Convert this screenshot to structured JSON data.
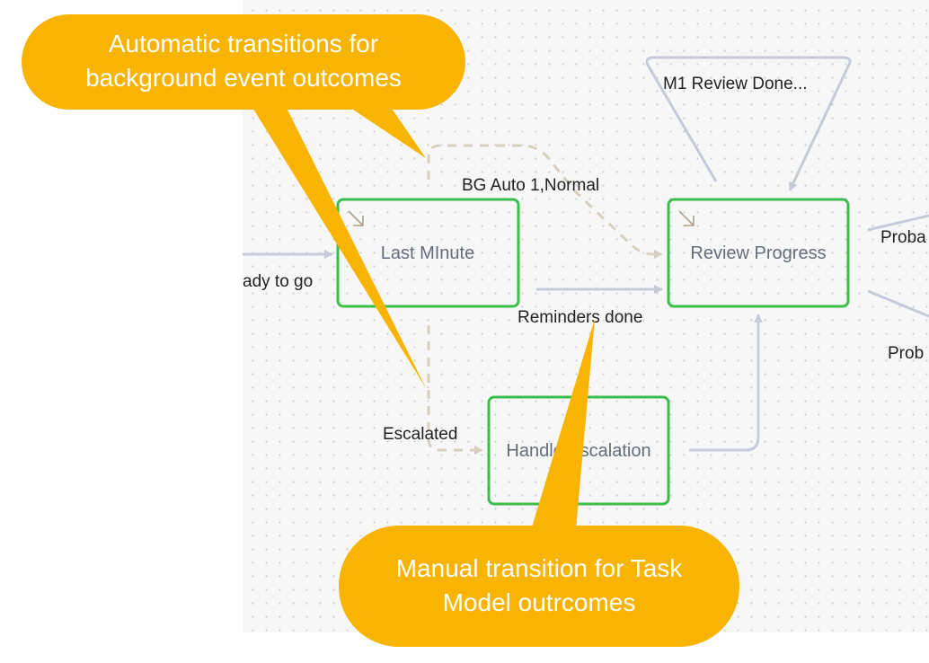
{
  "states": {
    "last_minute": "Last MInute",
    "review_progress": "Review Progress",
    "handle_escalation": "Handle Escalation"
  },
  "transitions": {
    "ready_to_go": "ady to go",
    "bg_auto": "BG Auto 1,Normal",
    "reminders_done": "Reminders done",
    "escalated": "Escalated",
    "m1_review_done": "M1 Review Done...",
    "prob_top": "Proba",
    "prob_bottom": "Prob"
  },
  "callouts": {
    "automatic": [
      "Automatic transitions for",
      "background event outcomes"
    ],
    "manual": [
      "Manual transition for Task",
      "Model outrcomes"
    ]
  },
  "colors": {
    "node_border": "#3cbf4a",
    "manual_edge": "#c6cbd9",
    "auto_edge": "#d7d0c0",
    "callout": "#f8b400",
    "canvas_bg": "#f7f7f7"
  }
}
